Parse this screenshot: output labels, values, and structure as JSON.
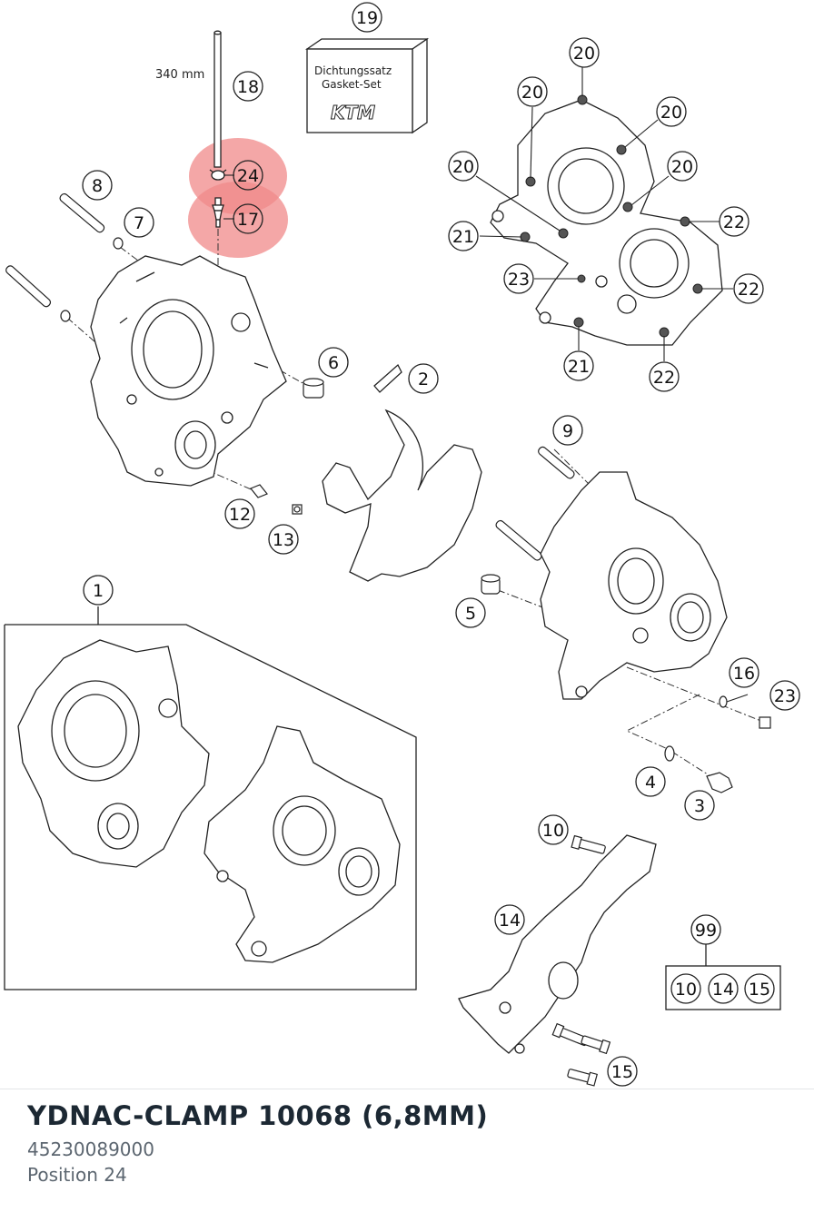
{
  "diagram": {
    "dimension_label": "340 mm",
    "gasket_box": {
      "line1": "Dichtungssatz",
      "line2": "Gasket-Set",
      "brand": "KTM"
    },
    "highlight_color": "#f08a8a",
    "callouts": [
      "19",
      "18",
      "24",
      "17",
      "8",
      "7",
      "6",
      "2",
      "12",
      "13",
      "20",
      "20",
      "20",
      "20",
      "20",
      "21",
      "22",
      "23",
      "22",
      "21",
      "22",
      "9",
      "5",
      "16",
      "23",
      "4",
      "3",
      "1",
      "10",
      "14",
      "99",
      "10",
      "14",
      "15",
      "15"
    ]
  },
  "part": {
    "name": "YDNAC-CLAMP 10068 (6,8MM)",
    "number": "45230089000",
    "position": "Position 24"
  }
}
